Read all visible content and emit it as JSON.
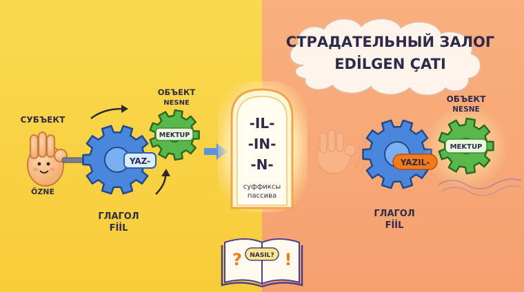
{
  "title": {
    "line1": "СТРАДАТЕЛЬНЫЙ ЗАЛОГ",
    "line2": "EDİLGEN ÇATI"
  },
  "left": {
    "subject_ru": "СУБЪЕКТ",
    "subject_tr": "ÖZNE",
    "object_ru": "ОБЪЕКТ",
    "object_tr": "NESNE",
    "verb_ru": "ГЛАГОЛ",
    "verb_tr": "FİİL",
    "verb_root": "YAZ-",
    "object_word": "MEKTUP"
  },
  "middle": {
    "suffixes": [
      "-IL-",
      "-IN-",
      "-N-"
    ],
    "caption_line1": "суффиксы",
    "caption_line2": "пассива"
  },
  "right": {
    "object_ru": "ОБЪЕКТ",
    "object_tr": "NESNE",
    "verb_ru": "ГЛАГОЛ",
    "verb_tr": "FİİL",
    "verb_passive": "YAZIL-",
    "object_word": "MEKTUP"
  },
  "book": {
    "label": "NASIL?"
  },
  "colors": {
    "left_bg": "#f9d44a",
    "right_bg": "#f7a97a",
    "gear_blue": "#4a86dc",
    "gear_green": "#58b84c",
    "suffix_orange": "#f07a1c"
  }
}
